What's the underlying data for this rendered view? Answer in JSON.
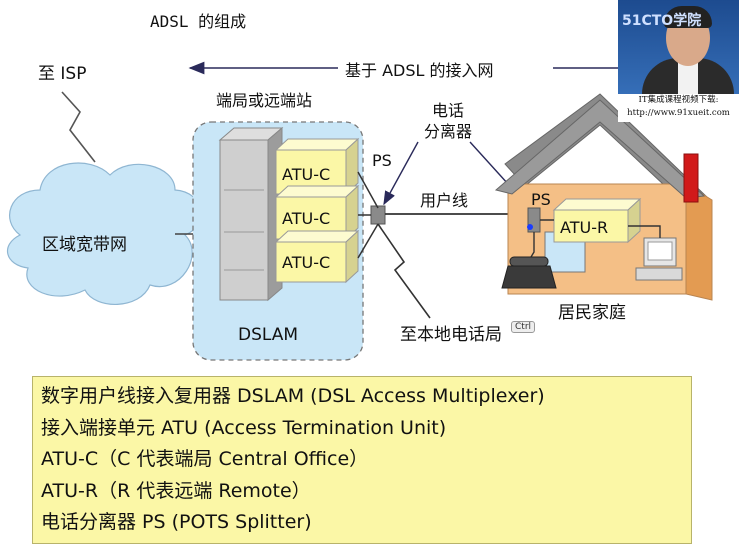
{
  "title": "ADSL 的组成",
  "labels": {
    "to_isp": "至 ISP",
    "adsl_access": "基于 ADSL 的接入网",
    "central_office": "端局或远端站",
    "splitter_top": "电话",
    "splitter_bottom": "分离器",
    "ps_co": "PS",
    "user_line": "用户线",
    "ps_home": "PS",
    "atu_r": "ATU-R",
    "broadband": "区域宽带网",
    "atu_c_1": "ATU-C",
    "atu_c_2": "ATU-C",
    "atu_c_3": "ATU-C",
    "dslam": "DSLAM",
    "local_office": "至本地电话局",
    "home": "居民家庭",
    "ctrl": "Ctrl"
  },
  "definitions": [
    "数字用户线接入复用器 DSLAM (DSL Access Multiplexer)",
    "接入端接单元 ATU (Access Termination Unit)",
    "ATU-C（C 代表端局 Central Office）",
    "ATU-R（R 代表远端 Remote）",
    "电话分离器 PS (POTS Splitter)"
  ],
  "webcam": {
    "logo": "51CTO学院",
    "caption_line1": "IT集成课程视频下载:",
    "caption_line2": "http://www.91xueit.com"
  },
  "colors": {
    "cloud": "#c9e6f7",
    "dslam_area": "#c9e6f7",
    "atu_box": "#fbf7a6",
    "house_wall": "#f4bf86",
    "house_roof": "#8a8a8a",
    "chimney": "#d11a1a",
    "definition_box": "#fbf7a6",
    "arrow": "#2a2a5a"
  }
}
